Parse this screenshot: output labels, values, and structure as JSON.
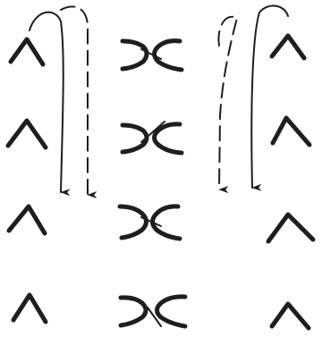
{
  "diagram": {
    "stroke_color": "#1e1e1e",
    "background": "#ffffff",
    "columns": [
      {
        "id": "left",
        "symbol": "caret-icon",
        "count": 4
      },
      {
        "id": "middle",
        "symbol": "crossed-arcs-icon",
        "count": 4
      },
      {
        "id": "right",
        "symbol": "caret-icon",
        "count": 4
      }
    ],
    "arrows": [
      {
        "id": "left-solid",
        "style": "solid",
        "direction": "down"
      },
      {
        "id": "left-dashed",
        "style": "dashed",
        "direction": "down"
      },
      {
        "id": "right-dashed",
        "style": "dashed",
        "direction": "down"
      },
      {
        "id": "right-solid",
        "style": "solid",
        "direction": "down"
      }
    ]
  }
}
